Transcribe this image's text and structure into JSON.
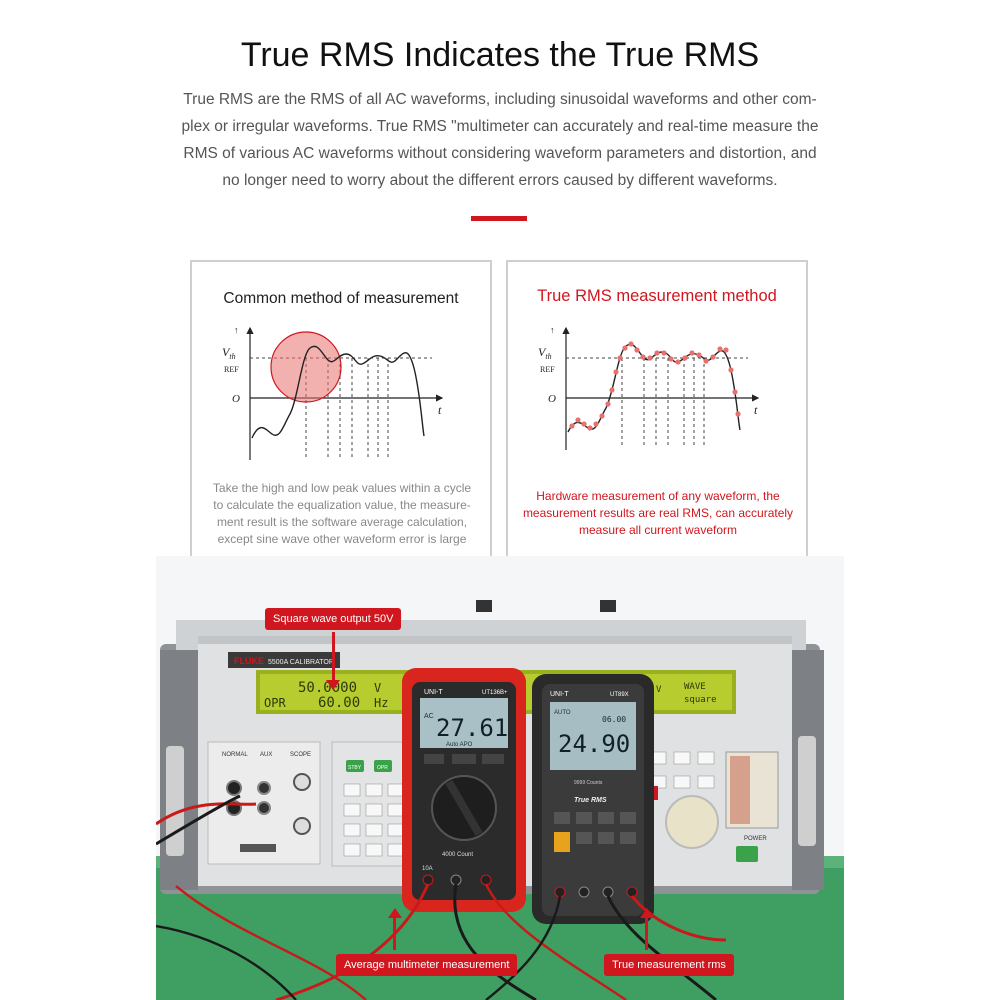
{
  "header": {
    "title": "True RMS Indicates the True RMS",
    "intro_lines": [
      "True RMS are the RMS of all AC waveforms, including sinusoidal waveforms and other com-",
      "plex or irregular waveforms. True RMS \"multimeter can accurately and real-time measure the",
      "RMS of various AC waveforms without considering waveform parameters and distortion, and",
      "no longer need to worry about the different errors caused by different waveforms."
    ]
  },
  "panels": {
    "left": {
      "title": "Common method of measurement",
      "desc_lines": [
        "Take the high and low peak values within a cycle",
        "to calculate the equalization value, the measure-",
        "ment result is the software average calculation,",
        "except sine wave other waveform error is large"
      ],
      "graph": {
        "vth": "V",
        "vth_sub": "th",
        "ref": "REF",
        "origin": "O",
        "t": "t"
      }
    },
    "right": {
      "title": "True RMS measurement method",
      "desc_lines": [
        "Hardware measurement of any waveform, the",
        "measurement results are real RMS, can accurately",
        "measure all current waveform"
      ],
      "graph": {
        "vth": "V",
        "vth_sub": "th",
        "ref": "REF",
        "origin": "O",
        "t": "t"
      }
    }
  },
  "photo": {
    "calibrator": {
      "brand": "FLUKE",
      "model": "5500A CALIBRATOR",
      "lcd_line1": "50.0000",
      "lcd_unit1": "V",
      "lcd_line2": "OPR",
      "lcd_val2": "60.00",
      "lcd_unit2": "Hz",
      "lcd_r1": "WAVE",
      "lcd_r2": "square",
      "lcd_r3": "V",
      "stby": "STBY",
      "opr": "OPR",
      "power": "POWER",
      "normal": "NORMAL",
      "aux": "AUX",
      "scope": "SCOPE"
    },
    "meter1": {
      "brand": "UNI-T",
      "model": "UT136B+",
      "reading": "27.61",
      "mode": "AC",
      "sub": "Auto APO",
      "count": "4000 Count",
      "port": "10A"
    },
    "meter2": {
      "brand": "UNI-T",
      "model": "UT89X",
      "reading": "24.90",
      "mode": "AUTO",
      "sub": "06.00",
      "label": "True RMS",
      "count": "9999 Counts"
    },
    "tags": {
      "square": "Square wave output 50V",
      "average": "Average multimeter measurement",
      "true": "True measurement rms"
    },
    "colors": {
      "accent": "#d0161e",
      "bench": "#3f9e62"
    }
  }
}
